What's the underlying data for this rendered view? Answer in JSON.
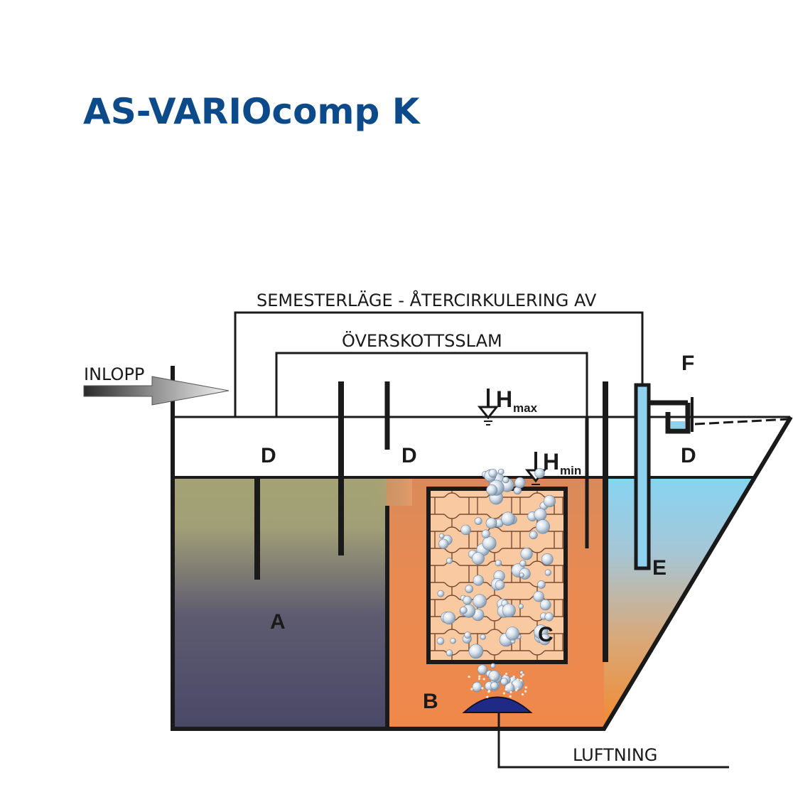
{
  "title": "AS-VARIOcomp K",
  "labels": {
    "inlet": "INLOPP",
    "holiday_mode": "SEMESTERLÄGE - ÅTERCIRKULERING AV",
    "excess_sludge": "ÖVERSKOTTSSLAM",
    "aeration": "LUFTNING",
    "zone_a": "A",
    "zone_b": "B",
    "zone_c": "C",
    "zone_d1": "D",
    "zone_d2": "D",
    "zone_d3": "D",
    "zone_e": "E",
    "zone_f": "F",
    "hmax_main": "H",
    "hmax_sub": "max",
    "hmin_main": "H",
    "hmin_sub": "min"
  },
  "colors": {
    "title": "#0d4a8a",
    "chamber_a_top": "#a4a374",
    "chamber_a_bottom": "#4a4867",
    "chamber_b": "#ee8a4c",
    "media_fill": "#f9caa2",
    "chamber_e_top": "#86d4f2",
    "chamber_e_bottom": "#f28a30",
    "diffuser": "#1f2a86",
    "walls": "#1a1a1a"
  },
  "icons": [
    "inlet-arrow-icon",
    "water-level-marker-icon",
    "air-diffuser-icon",
    "air-bubble-icon"
  ]
}
